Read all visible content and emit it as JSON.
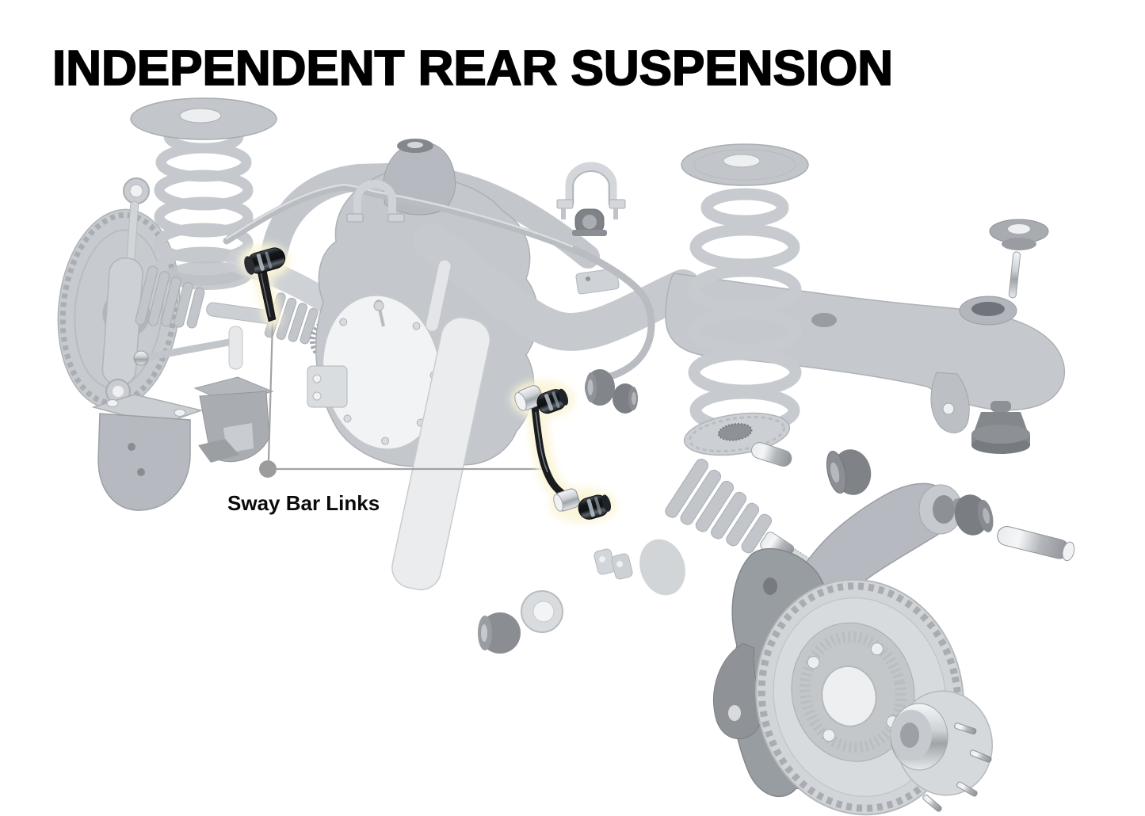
{
  "title": "INDEPENDENT REAR SUSPENSION",
  "diagram": {
    "type": "exploded-parts-diagram",
    "callout": {
      "label": "Sway Bar Links"
    },
    "colors": {
      "background": "#ffffff",
      "title_text": "#000000",
      "ghost_part": "#c8ccd1",
      "ghost_part_dark": "#8b9095",
      "highlight_part": "#17191b",
      "highlight_glow": "#fbf5d8",
      "leader_line": "#9e9e9e",
      "label_text": "#000000"
    }
  }
}
